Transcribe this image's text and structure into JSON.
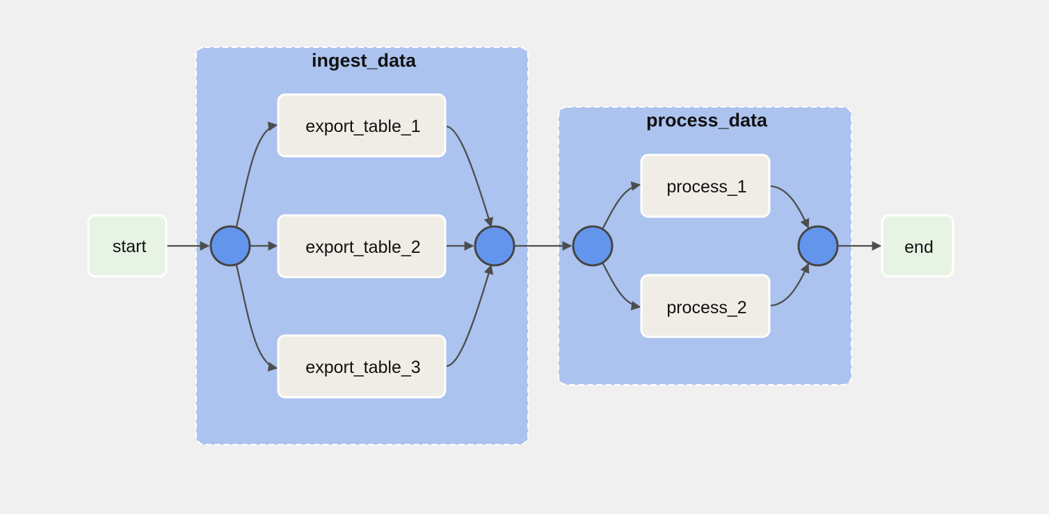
{
  "groups": {
    "ingest": {
      "title": "ingest_data"
    },
    "process": {
      "title": "process_data"
    }
  },
  "nodes": {
    "start": "start",
    "export_table_1": "export_table_1",
    "export_table_2": "export_table_2",
    "export_table_3": "export_table_3",
    "process_1": "process_1",
    "process_2": "process_2",
    "end": "end"
  },
  "colors": {
    "background": "#f0f0f0",
    "group_fill": "#abc3ee",
    "task_fill": "#f0ede6",
    "terminal_fill": "#e7f4e4",
    "join_node_fill": "#6495ed",
    "edge": "#4d4d4d"
  }
}
